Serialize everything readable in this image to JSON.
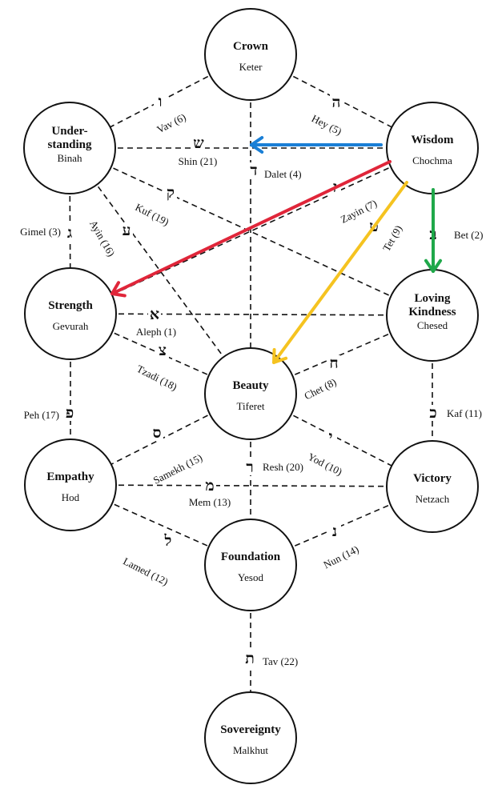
{
  "nodes": [
    {
      "id": "crown",
      "title": [
        "Crown"
      ],
      "subtitle": "Keter"
    },
    {
      "id": "understanding",
      "title": [
        "Under-",
        "standing"
      ],
      "subtitle": "Binah"
    },
    {
      "id": "wisdom",
      "title": [
        "Wisdom"
      ],
      "subtitle": "Chochma"
    },
    {
      "id": "strength",
      "title": [
        "Strength"
      ],
      "subtitle": "Gevurah"
    },
    {
      "id": "loving-kindness",
      "title": [
        "Loving",
        "Kindness"
      ],
      "subtitle": "Chesed"
    },
    {
      "id": "beauty",
      "title": [
        "Beauty"
      ],
      "subtitle": "Tiferet"
    },
    {
      "id": "empathy",
      "title": [
        "Empathy"
      ],
      "subtitle": "Hod"
    },
    {
      "id": "victory",
      "title": [
        "Victory"
      ],
      "subtitle": "Netzach"
    },
    {
      "id": "foundation",
      "title": [
        "Foundation"
      ],
      "subtitle": "Yesod"
    },
    {
      "id": "sovereignty",
      "title": [
        "Sovereignty"
      ],
      "subtitle": "Malkhut"
    }
  ],
  "paths": [
    {
      "from": "crown",
      "to": "understanding",
      "letter": "ו",
      "label": "Vav (6)"
    },
    {
      "from": "crown",
      "to": "wisdom",
      "letter": "ה",
      "label": "Hey (5)"
    },
    {
      "from": "crown",
      "to": "beauty",
      "letter": "ד",
      "label": "Dalet (4)"
    },
    {
      "from": "understanding",
      "to": "wisdom",
      "letter": "ש",
      "label": "Shin (21)"
    },
    {
      "from": "understanding",
      "to": "loving-kindness",
      "letter": "ק",
      "label": "Kuf (19)"
    },
    {
      "from": "wisdom",
      "to": "strength",
      "letter": "ז",
      "label": "Zayin (7)"
    },
    {
      "from": "understanding",
      "to": "strength",
      "letter": "ג",
      "label": "Gimel (3)"
    },
    {
      "from": "understanding",
      "to": "beauty",
      "letter": "ע",
      "label": "Ayin (16)"
    },
    {
      "from": "wisdom",
      "to": "beauty",
      "letter": "ט",
      "label": "Tet (9)"
    },
    {
      "from": "wisdom",
      "to": "loving-kindness",
      "letter": "ב",
      "label": "Bet (2)"
    },
    {
      "from": "strength",
      "to": "loving-kindness",
      "letter": "א",
      "label": "Aleph (1)"
    },
    {
      "from": "strength",
      "to": "beauty",
      "letter": "צ",
      "label": "Tzadi (18)"
    },
    {
      "from": "loving-kindness",
      "to": "beauty",
      "letter": "ח",
      "label": "Chet (8)"
    },
    {
      "from": "strength",
      "to": "empathy",
      "letter": "פ",
      "label": "Peh (17)"
    },
    {
      "from": "loving-kindness",
      "to": "victory",
      "letter": "כ",
      "label": "Kaf (11)"
    },
    {
      "from": "beauty",
      "to": "empathy",
      "letter": "ס",
      "label": "Samekh (15)"
    },
    {
      "from": "beauty",
      "to": "victory",
      "letter": "י",
      "label": "Yod (10)"
    },
    {
      "from": "beauty",
      "to": "foundation",
      "letter": "ר",
      "label": "Resh (20)"
    },
    {
      "from": "empathy",
      "to": "victory",
      "letter": "מ",
      "label": "Mem (13)"
    },
    {
      "from": "empathy",
      "to": "foundation",
      "letter": "ל",
      "label": "Lamed (12)"
    },
    {
      "from": "victory",
      "to": "foundation",
      "letter": "נ",
      "label": "Nun (14)"
    },
    {
      "from": "foundation",
      "to": "sovereignty",
      "letter": "ת",
      "label": "Tav (22)"
    }
  ],
  "arrows": [
    {
      "from": "wisdom",
      "to": "shin-dalet-crossing",
      "color": "#1a7fd6"
    },
    {
      "from": "wisdom",
      "to": "strength",
      "color": "#e0263a"
    },
    {
      "from": "wisdom",
      "to": "beauty",
      "color": "#f5c320"
    },
    {
      "from": "wisdom",
      "to": "loving-kindness",
      "color": "#1fa84a"
    }
  ]
}
